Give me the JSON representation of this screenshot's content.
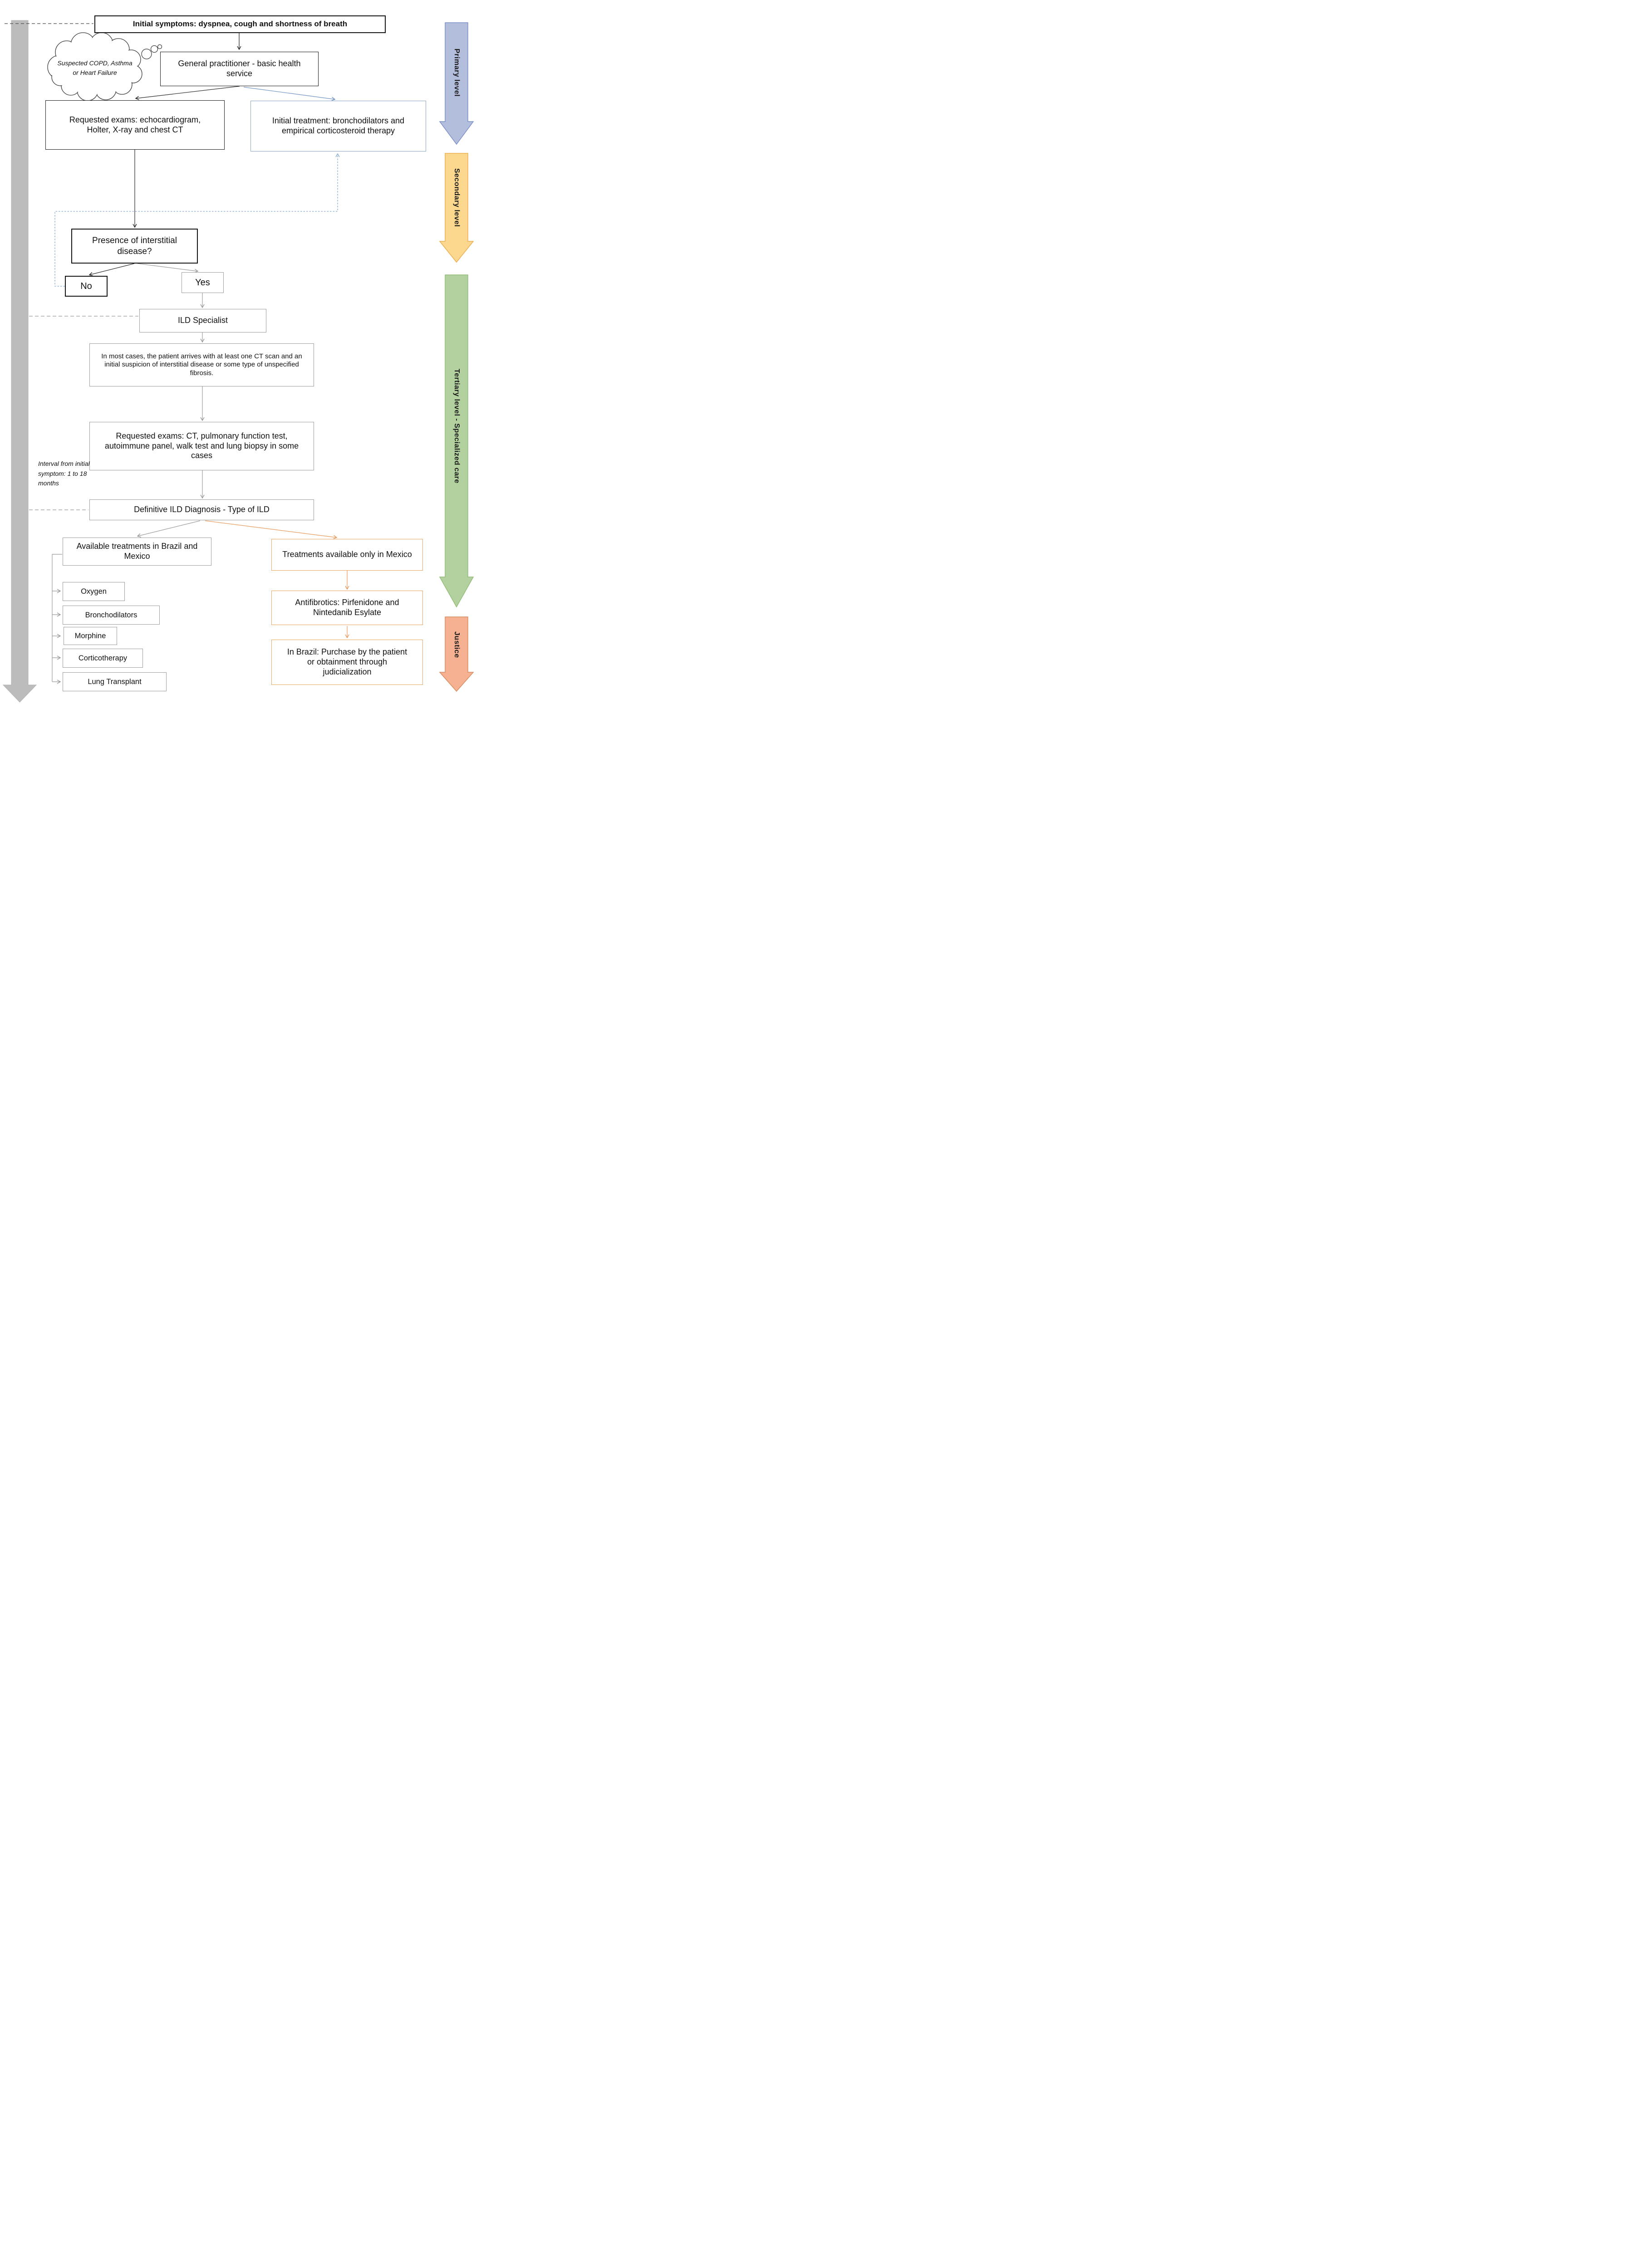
{
  "nodes": {
    "initial_symptoms": "Initial symptoms: dyspnea, cough and shortness of breath",
    "cloud_note": "Suspected COPD, Asthma or Heart Failure",
    "general_practitioner": "General practitioner - basic health service",
    "requested_exams_primary": "Requested exams: echocardiogram, Holter, X-ray and chest CT",
    "initial_treatment": "Initial treatment: bronchodilators and empirical corticosteroid therapy",
    "presence_question": "Presence of interstitial disease?",
    "decision_no": "No",
    "decision_yes": "Yes",
    "ild_specialist": "ILD Specialist",
    "arrival_note": "In most cases, the patient arrives with at least one CT scan and an initial suspicion of interstitial disease or some type of unspecified fibrosis.",
    "requested_exams_specialist": "Requested exams: CT, pulmonary function test, autoimmune panel, walk test and lung biopsy in some cases",
    "interval_note": "Interval from initial symptom: 1 to 18 months",
    "definitive_diagnosis": "Definitive ILD Diagnosis - Type of ILD",
    "treatments_brazil_mexico": "Available treatments in Brazil and Mexico",
    "treatments_mexico_only": "Treatments available only in Mexico",
    "antifibrotics": "Antifibrotics: Pirfenidone and Nintedanib Esylate",
    "in_brazil_access": "In Brazil: Purchase by the patient or obtainment through judicialization"
  },
  "treatments": [
    "Oxygen",
    "Bronchodilators",
    "Morphine",
    "Corticotherapy",
    "Lung Transplant"
  ],
  "levels": [
    {
      "label": "Primary level",
      "color": "#b3bddc",
      "border": "#7d90c9"
    },
    {
      "label": "Secondary level",
      "color": "#fbd88e",
      "border": "#edaf52"
    },
    {
      "label": "Tertiary level - Specialized care",
      "color": "#b3d19e",
      "border": "#93bd78"
    },
    {
      "label": "Justice",
      "color": "#f5b191",
      "border": "#d98d62"
    }
  ],
  "colors": {
    "timeline_gray": "#bcbcbc",
    "connector_black": "#2a2a2a",
    "connector_gray": "#9b9b9b",
    "connector_blue": "#6f92c2",
    "feedback_blue": "#85a8d0",
    "connector_orange": "#e89a5c"
  }
}
